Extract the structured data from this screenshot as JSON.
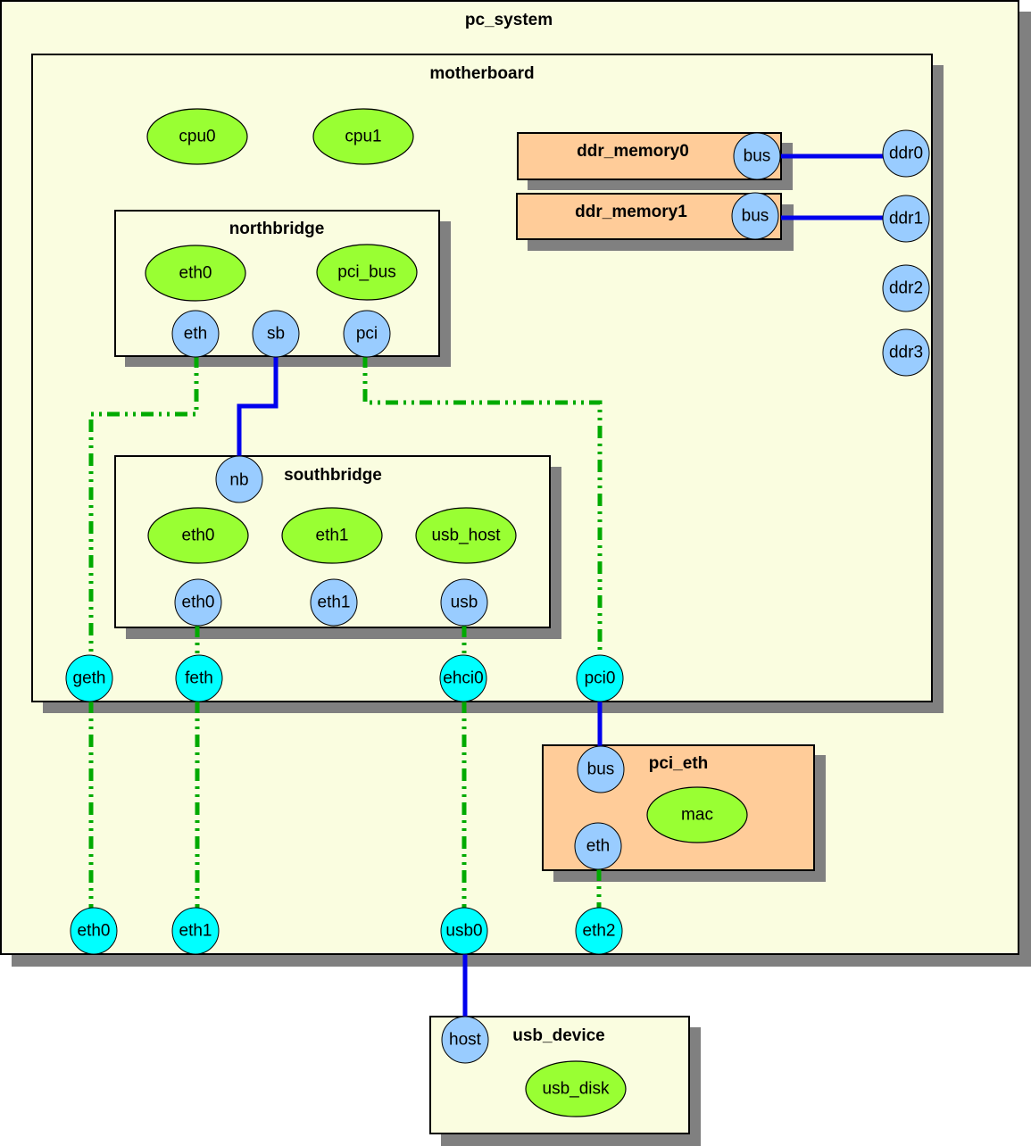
{
  "diagram": {
    "containers": {
      "pc_system": "pc_system",
      "motherboard": "motherboard",
      "northbridge": "northbridge",
      "southbridge": "southbridge",
      "ddr_memory0": "ddr_memory0",
      "ddr_memory1": "ddr_memory1",
      "pci_eth": "pci_eth",
      "usb_device": "usb_device"
    },
    "components": {
      "cpu0": "cpu0",
      "cpu1": "cpu1",
      "nb_eth0": "eth0",
      "nb_pci_bus": "pci_bus",
      "sb_eth0": "eth0",
      "sb_eth1": "eth1",
      "sb_usb_host": "usb_host",
      "pci_eth_mac": "mac",
      "usb_disk": "usb_disk"
    },
    "ports": {
      "ddr_memory0_bus": "bus",
      "ddr_memory1_bus": "bus",
      "mb_ddr0": "ddr0",
      "mb_ddr1": "ddr1",
      "mb_ddr2": "ddr2",
      "mb_ddr3": "ddr3",
      "nb_eth": "eth",
      "nb_sb": "sb",
      "nb_pci": "pci",
      "sb_nb": "nb",
      "sb_eth0": "eth0",
      "sb_eth1": "eth1",
      "sb_usb": "usb",
      "mb_geth": "geth",
      "mb_feth": "feth",
      "mb_ehci0": "ehci0",
      "mb_pci0": "pci0",
      "pci_eth_bus": "bus",
      "pci_eth_eth": "eth",
      "sys_eth0": "eth0",
      "sys_eth1": "eth1",
      "sys_usb0": "usb0",
      "sys_eth2": "eth2",
      "usb_device_host": "host"
    },
    "links": [
      {
        "from": "ddr_memory0.bus",
        "to": "motherboard.ddr0",
        "style": "solid"
      },
      {
        "from": "ddr_memory1.bus",
        "to": "motherboard.ddr1",
        "style": "solid"
      },
      {
        "from": "northbridge.sb",
        "to": "southbridge.nb",
        "style": "solid"
      },
      {
        "from": "northbridge.eth",
        "to": "motherboard.geth",
        "style": "dash-dot"
      },
      {
        "from": "northbridge.pci",
        "to": "motherboard.pci0",
        "style": "dash-dot"
      },
      {
        "from": "southbridge.eth0",
        "to": "motherboard.feth",
        "style": "dash-dot"
      },
      {
        "from": "southbridge.usb",
        "to": "motherboard.ehci0",
        "style": "dash-dot"
      },
      {
        "from": "motherboard.pci0",
        "to": "pci_eth.bus",
        "style": "solid"
      },
      {
        "from": "motherboard.geth",
        "to": "pc_system.eth0",
        "style": "dash-dot"
      },
      {
        "from": "motherboard.feth",
        "to": "pc_system.eth1",
        "style": "dash-dot"
      },
      {
        "from": "motherboard.ehci0",
        "to": "pc_system.usb0",
        "style": "dash-dot"
      },
      {
        "from": "pci_eth.eth",
        "to": "pc_system.eth2",
        "style": "dash-dot"
      },
      {
        "from": "pc_system.usb0",
        "to": "usb_device.host",
        "style": "solid"
      }
    ],
    "colors": {
      "container_fill": "#fafde0",
      "device_fill": "#ffcc99",
      "component_fill": "#99ff33",
      "port_fill": "#99ccff",
      "external_port_fill": "#00ffff",
      "solid_link": "#0000ee",
      "dash_link": "#00aa00",
      "shadow": "#808080"
    }
  }
}
